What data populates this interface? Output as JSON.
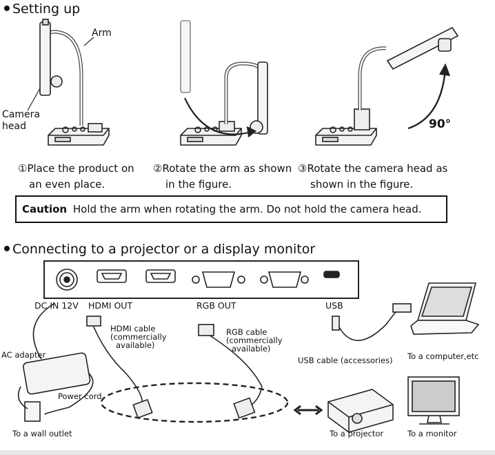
{
  "section1": {
    "title": "Setting up",
    "labels": {
      "arm": "Arm",
      "camera_head_line1": "Camera",
      "camera_head_line2": "head",
      "angle": "90°"
    },
    "steps": [
      {
        "marker": "①",
        "line1": "Place the product on",
        "line2": "an even place."
      },
      {
        "marker": "②",
        "line1": "Rotate the arm as shown",
        "line2": "in the figure."
      },
      {
        "marker": "③",
        "line1": "Rotate the camera head as",
        "line2": "shown in the figure."
      }
    ],
    "caution": {
      "label": "Caution",
      "text": "Hold the arm when rotating the arm. Do not hold the camera head."
    }
  },
  "section2": {
    "title": "Connecting to a projector or a display monitor",
    "ports": {
      "dc": "DC IN 12V",
      "hdmi": "HDMI OUT",
      "rgb": "RGB OUT",
      "usb": "USB"
    },
    "cables": {
      "hdmi_line1": "HDMI cable",
      "hdmi_line2": "(commercially",
      "hdmi_line3": "available)",
      "rgb_line1": "RGB cable",
      "rgb_line2": "(commercially",
      "rgb_line3": "available)",
      "usb": "USB cable (accessories)",
      "ac_adapter": "AC adapter",
      "power_cord": "Power cord"
    },
    "destinations": {
      "wall": "To a wall outlet",
      "projector": "To a projector",
      "monitor": "To a monitor",
      "computer": "To a computer,etc"
    }
  }
}
